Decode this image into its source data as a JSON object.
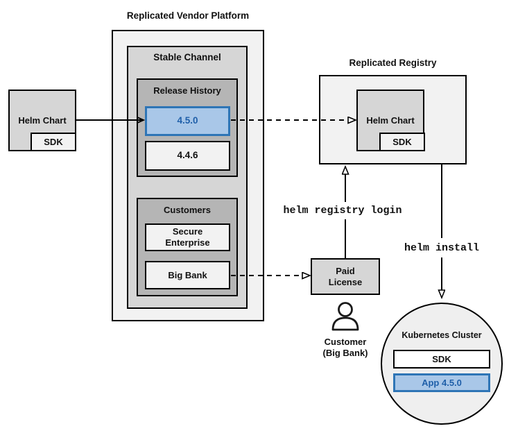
{
  "colors": {
    "highlight_fill": "#a9c7e8",
    "highlight_border": "#2e75b6",
    "highlight_text": "#1f5fa9",
    "box_light_gray": "#f2f2f2",
    "box_medium_gray": "#d6d6d6",
    "box_dark_gray": "#b5b5b5",
    "outline": "#000000"
  },
  "platform": {
    "title": "Replicated Vendor Platform",
    "stable_channel_title": "Stable Channel",
    "release_history_title": "Release History",
    "release_new": "4.5.0",
    "release_old": "4.4.6",
    "customers_title": "Customers",
    "customer_secure": "Secure Enterprise",
    "customer_bigbank": "Big Bank"
  },
  "source": {
    "helm_chart": "Helm Chart",
    "sdk": "SDK"
  },
  "registry": {
    "title": "Replicated Registry",
    "helm_chart": "Helm Chart",
    "sdk": "SDK"
  },
  "license": {
    "label": "Paid License"
  },
  "customer": {
    "name": "Customer",
    "org": "(Big Bank)"
  },
  "commands": {
    "login": "helm registry login",
    "install": "helm install"
  },
  "cluster": {
    "title": "Kubernetes Cluster",
    "sdk": "SDK",
    "app": "App 4.5.0"
  }
}
